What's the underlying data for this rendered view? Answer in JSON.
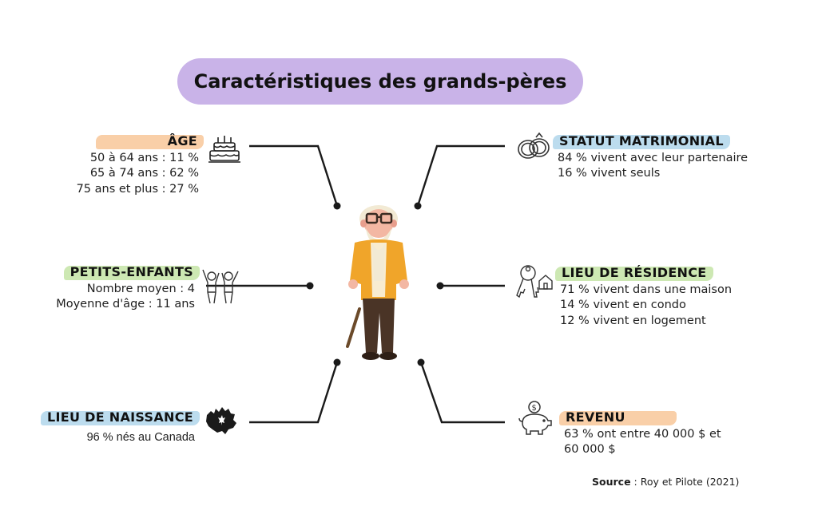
{
  "title": "Caractéristiques des grands-pères",
  "sections": {
    "age": {
      "heading": "ÂGE",
      "lines": [
        "50 à 64 ans : 11 %",
        "65 à 74 ans : 62 %",
        "75 ans et plus : 27 %"
      ],
      "highlight": "#f9cfa8",
      "icon": "birthday-cake-icon"
    },
    "grandchildren": {
      "heading": "PETITS-ENFANTS",
      "lines": [
        "Nombre moyen : 4",
        "Moyenne d'âge : 11 ans"
      ],
      "highlight": "#cde8b3",
      "icon": "children-icon"
    },
    "birthplace": {
      "heading": "LIEU DE NAISSANCE",
      "lines": [
        "96 % nés au Canada"
      ],
      "highlight": "#bcdcee",
      "icon": "canada-map-icon"
    },
    "marital": {
      "heading": "STATUT MATRIMONIAL",
      "lines": [
        "84 % vivent avec leur partenaire",
        "16 % vivent seuls"
      ],
      "highlight": "#bcdcee",
      "icon": "wedding-rings-icon"
    },
    "residence": {
      "heading": "LIEU DE RÉSIDENCE",
      "lines": [
        "71 % vivent dans une maison",
        "14 % vivent en condo",
        "12 % vivent en logement"
      ],
      "highlight": "#cde8b3",
      "icon": "house-keys-icon"
    },
    "income": {
      "heading": "REVENU",
      "lines": [
        "63 % ont entre 40 000 $ et",
        "60 000 $"
      ],
      "highlight": "#f9cfa8",
      "icon": "piggy-bank-icon"
    }
  },
  "source": {
    "label": "Source",
    "text": " : Roy et Pilote (2021)"
  },
  "center_figure": "grandfather-illustration"
}
